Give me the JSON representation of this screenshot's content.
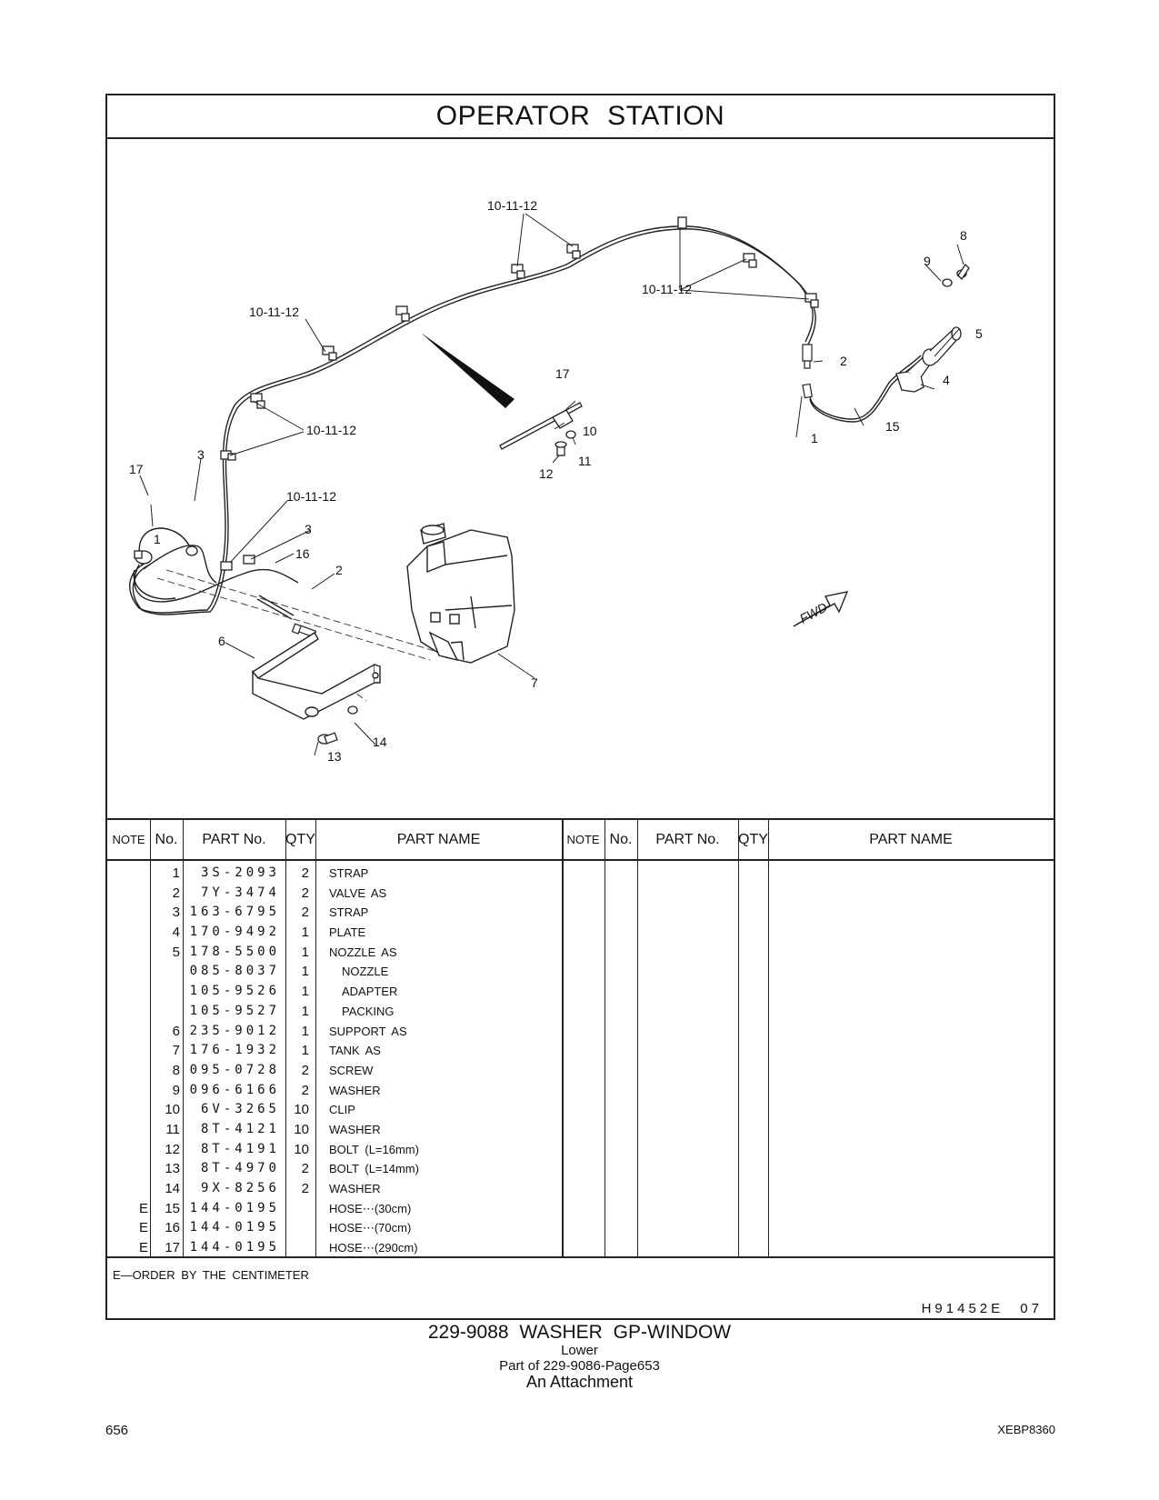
{
  "section_title": "OPERATOR  STATION",
  "diagram": {
    "callouts": {
      "clip_group": "10-11-12",
      "n1": "1",
      "n2": "2",
      "n3": "3",
      "n4": "4",
      "n5": "5",
      "n6": "6",
      "n7": "7",
      "n8": "8",
      "n9": "9",
      "n10": "10",
      "n11": "11",
      "n12": "12",
      "n13": "13",
      "n14": "14",
      "n15": "15",
      "n16": "16",
      "n17": "17"
    },
    "fwd_label": "FWD"
  },
  "table": {
    "headers": {
      "note": "NOTE",
      "no": "No.",
      "part_no": "PART No.",
      "qty": "QTY",
      "part_name": "PART NAME"
    },
    "rows": [
      {
        "note": "",
        "no": "1",
        "part_no": "3S-2093",
        "qty": "2",
        "name": "STRAP",
        "sub": false
      },
      {
        "note": "",
        "no": "2",
        "part_no": "7Y-3474",
        "qty": "2",
        "name": "VALVE  AS",
        "sub": false
      },
      {
        "note": "",
        "no": "3",
        "part_no": "163-6795",
        "qty": "2",
        "name": "STRAP",
        "sub": false
      },
      {
        "note": "",
        "no": "4",
        "part_no": "170-9492",
        "qty": "1",
        "name": "PLATE",
        "sub": false
      },
      {
        "note": "",
        "no": "5",
        "part_no": "178-5500",
        "qty": "1",
        "name": "NOZZLE  AS",
        "sub": false
      },
      {
        "note": "",
        "no": "",
        "part_no": "085-8037",
        "qty": "1",
        "name": "NOZZLE",
        "sub": true
      },
      {
        "note": "",
        "no": "",
        "part_no": "105-9526",
        "qty": "1",
        "name": "ADAPTER",
        "sub": true
      },
      {
        "note": "",
        "no": "",
        "part_no": "105-9527",
        "qty": "1",
        "name": "PACKING",
        "sub": true
      },
      {
        "note": "",
        "no": "6",
        "part_no": "235-9012",
        "qty": "1",
        "name": "SUPPORT  AS",
        "sub": false
      },
      {
        "note": "",
        "no": "7",
        "part_no": "176-1932",
        "qty": "1",
        "name": "TANK  AS",
        "sub": false
      },
      {
        "note": "",
        "no": "8",
        "part_no": "095-0728",
        "qty": "2",
        "name": "SCREW",
        "sub": false
      },
      {
        "note": "",
        "no": "9",
        "part_no": "096-6166",
        "qty": "2",
        "name": "WASHER",
        "sub": false
      },
      {
        "note": "",
        "no": "10",
        "part_no": "6V-3265",
        "qty": "10",
        "name": "CLIP",
        "sub": false
      },
      {
        "note": "",
        "no": "11",
        "part_no": "8T-4121",
        "qty": "10",
        "name": "WASHER",
        "sub": false
      },
      {
        "note": "",
        "no": "12",
        "part_no": "8T-4191",
        "qty": "10",
        "name": "BOLT (L=16mm)",
        "sub": false
      },
      {
        "note": "",
        "no": "13",
        "part_no": "8T-4970",
        "qty": "2",
        "name": "BOLT (L=14mm)",
        "sub": false
      },
      {
        "note": "",
        "no": "14",
        "part_no": "9X-8256",
        "qty": "2",
        "name": "WASHER",
        "sub": false
      },
      {
        "note": "E",
        "no": "15",
        "part_no": "144-0195",
        "qty": "",
        "name": "HOSE⋯(30cm)",
        "sub": false
      },
      {
        "note": "E",
        "no": "16",
        "part_no": "144-0195",
        "qty": "",
        "name": "HOSE⋯(70cm)",
        "sub": false
      },
      {
        "note": "E",
        "no": "17",
        "part_no": "144-0195",
        "qty": "",
        "name": "HOSE⋯(290cm)",
        "sub": false
      }
    ]
  },
  "footnote": "E—ORDER  BY  THE  CENTIMETER",
  "ref_code": "H91452E  07",
  "caption": {
    "title": "229-9088  WASHER  GP-WINDOW",
    "subtitle": "Lower",
    "part_of": "Part of 229-9086-Page653",
    "attachment": "An Attachment"
  },
  "page_number": "656",
  "document_code": "XEBP8360"
}
